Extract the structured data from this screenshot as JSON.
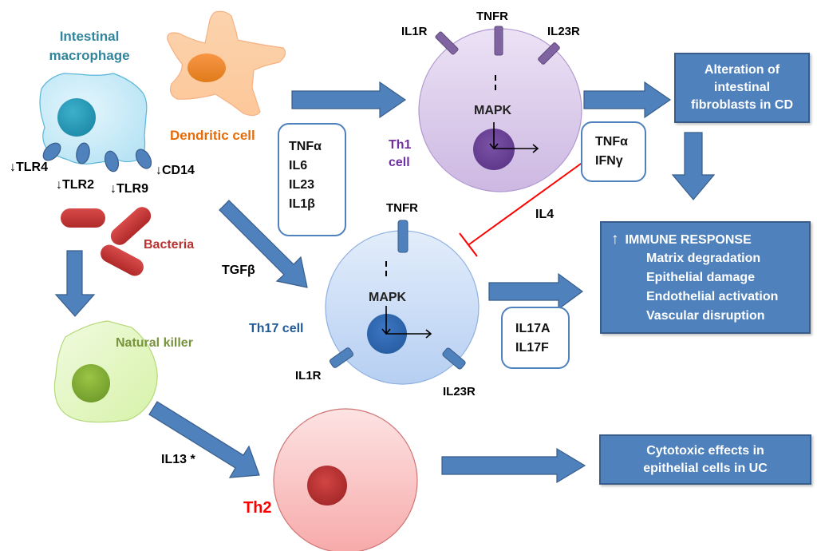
{
  "cells": {
    "macrophage": {
      "label_line1": "Intestinal",
      "label_line2": "macrophage",
      "color": "#31859c"
    },
    "dendritic": {
      "label": "Dendritic cell",
      "color": "#e46c0a"
    },
    "bacteria": {
      "label": "Bacteria",
      "color": "#b83232"
    },
    "natural_killer": {
      "label": "Natural killer",
      "color": "#77933c"
    },
    "th1": {
      "label_line1": "Th1",
      "label_line2": "cell",
      "color": "#7030a0"
    },
    "th17": {
      "label": "Th17 cell",
      "color": "#1f5a99"
    },
    "th2": {
      "label": "Th2",
      "color": "#ff0000"
    }
  },
  "receptors": {
    "macrophage": [
      "↓TLR4",
      "↓TLR2",
      "↓TLR9",
      "↓CD14"
    ],
    "th1": {
      "left": "IL1R",
      "top": "TNFR",
      "right": "IL23R",
      "signal": "MAPK"
    },
    "th17": {
      "top": "TNFR",
      "left": "IL1R",
      "right": "IL23R",
      "signal": "MAPK"
    }
  },
  "cytokine_boxes": {
    "dendritic_to_th": [
      "TNFα",
      "IL6",
      "IL23",
      "IL1β"
    ],
    "th1_output": [
      "TNFα",
      "IFNγ"
    ],
    "th17_output": [
      "IL17A",
      "IL17F"
    ]
  },
  "arrow_labels": {
    "tgfb": "TGFβ",
    "il4": "IL4",
    "il13": "IL13 *"
  },
  "outcomes": {
    "fibroblasts": [
      "Alteration of",
      "intestinal",
      "fibroblasts in CD"
    ],
    "immune_response": {
      "title": "IMMUNE RESPONSE",
      "arrow": "↑",
      "items": [
        "Matrix degradation",
        "Epithelial damage",
        "Endothelial activation",
        "Vascular disruption"
      ]
    },
    "cytotoxic": [
      "Cytotoxic effects in",
      "epithelial cells in UC"
    ]
  },
  "colors": {
    "arrow_fill": "#4f81bd",
    "arrow_stroke": "#385d8a",
    "inhibition": "#ff0000"
  }
}
